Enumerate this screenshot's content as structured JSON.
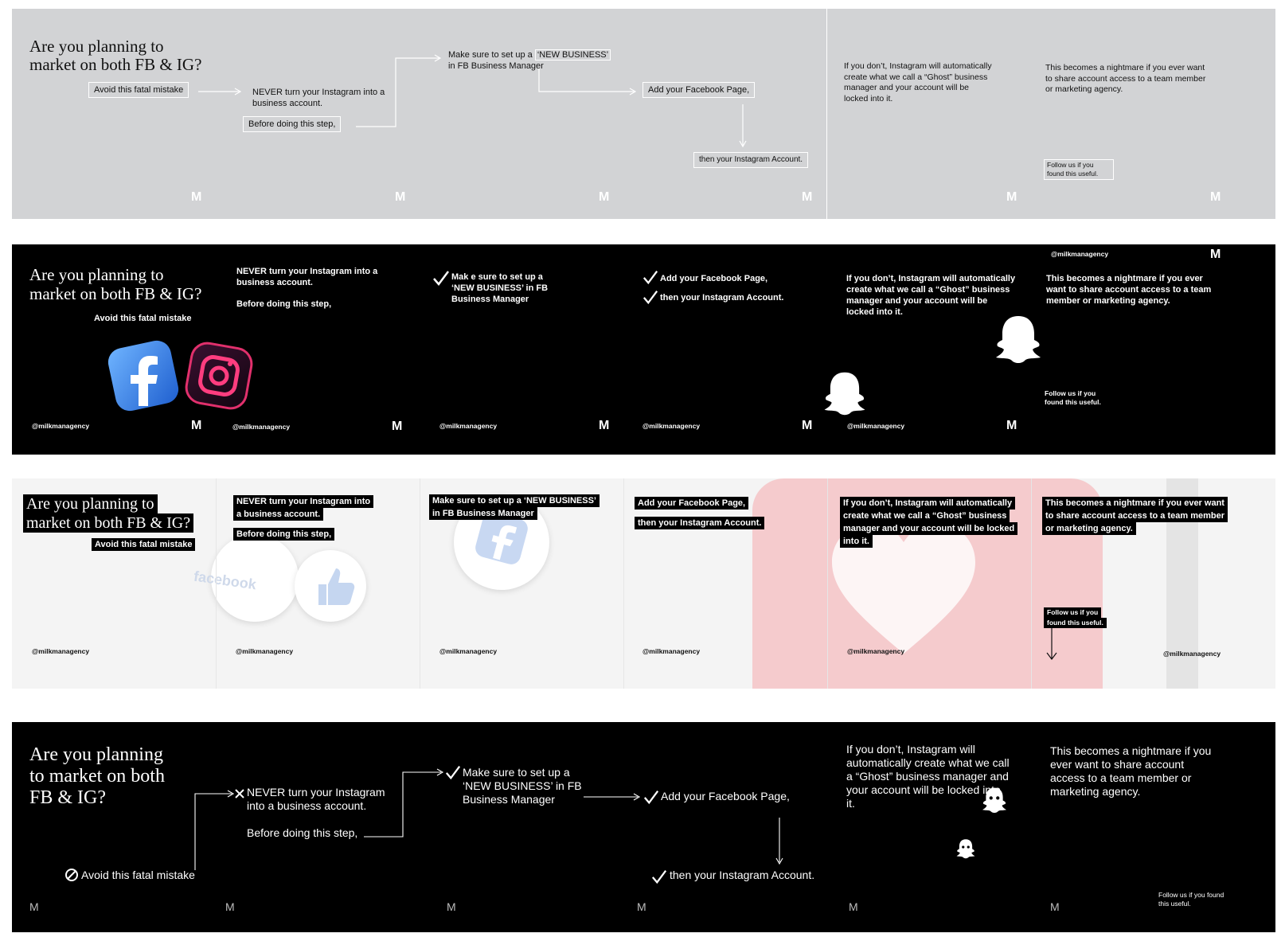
{
  "strip1": {
    "title": "Are you planning to market on both FB & IG?",
    "avoid": "Avoid this fatal mistake",
    "never": "NEVER turn your Instagram into a business account.",
    "before": "Before doing this step,",
    "make_sure_prefix": "Make sure to set up a ",
    "make_sure_highlight": "‘NEW BUSINESS’",
    "make_sure_rest": "in FB Business Manager",
    "add_page": "Add your Facebook Page,",
    "then_ig": "then your Instagram Account.",
    "if_you_dont": "If you don’t, Instagram will automatically create what we call a “Ghost” business manager and your account will be locked into it.",
    "nightmare": "This becomes a nightmare if you ever want to share account access to a team member or marketing agency.",
    "follow": "Follow us if you found this useful.",
    "logo": "M"
  },
  "strip2": {
    "title": "Are you planning to market on both FB & IG?",
    "avoid": "Avoid this fatal mistake",
    "never": "NEVER turn your Instagram into a business account.",
    "before": "Before doing this step,",
    "make_sure": "Mak e sure to set up a ‘NEW BUSINESS’ in FB Business Manager",
    "add_page": "Add your Facebook Page,",
    "then_ig": "then your Instagram Account.",
    "if_you_dont": "If you don’t, Instagram will automatically create what we call a “Ghost” business manager and your account will be locked into it.",
    "nightmare": "This becomes a nightmare if you ever want to share account access to a team member or marketing agency.",
    "follow": "Follow us if you found this useful.",
    "handle": "@milkmanagency",
    "logo": "M"
  },
  "strip3": {
    "title_line1": "Are you planning to",
    "title_line2": "market on both FB & IG?",
    "avoid": "Avoid this fatal mistake",
    "never_line1": "NEVER turn your Instagram into",
    "never_line2": "a business account.",
    "before": "Before doing this step,",
    "make_sure_line1": "Make sure to set up a ‘NEW BUSINESS’",
    "make_sure_line2": "in FB Business Manager",
    "add_page": "Add your Facebook Page,",
    "then_ig": "then your Instagram Account.",
    "if_line1": "If you don’t, Instagram will automatically",
    "if_line2": "create what we call a “Ghost” business",
    "if_line3": "manager and your account will be locked",
    "if_line4": "into it.",
    "night_line1": "This becomes a nightmare if you ever want",
    "night_line2": "to share account access to a team member",
    "night_line3": "or marketing agency.",
    "follow_line1": "Follow us if you",
    "follow_line2": "found this useful.",
    "handle": "@milkmanagency",
    "facebook_word": "facebook"
  },
  "strip4": {
    "title": "Are you planning to market on both FB & IG?",
    "avoid": "Avoid this fatal mistake",
    "never": "NEVER turn your Instagram into a business account.",
    "before": "Before doing this step,",
    "make_sure": "Make sure to set up a ‘NEW BUSINESS’ in FB Business Manager",
    "add_page": "Add your Facebook Page,",
    "then_ig": "then your Instagram Account.",
    "if_you_dont": "If you don’t, Instagram will automatically create what we call a “Ghost” business manager and your account will be locked into it.",
    "nightmare": "This becomes a nightmare if you ever want to share account access to a team member or marketing agency.",
    "follow": "Follow us if you found this useful.",
    "logo": "M"
  },
  "icons": {
    "check": "check-icon",
    "cross": "cross-icon",
    "prohibited": "prohibited-icon",
    "ghost": "ghost-icon",
    "facebook": "facebook-icon",
    "instagram": "instagram-icon"
  },
  "colors": {
    "strip1_bg": "#d2d3d5",
    "dark_bg": "#000000",
    "strip3_bg": "#f4f4f4",
    "accent_pink": "#f5cbcd",
    "facebook_blue": "#2d7be3",
    "instagram_pink": "#e1306c"
  }
}
